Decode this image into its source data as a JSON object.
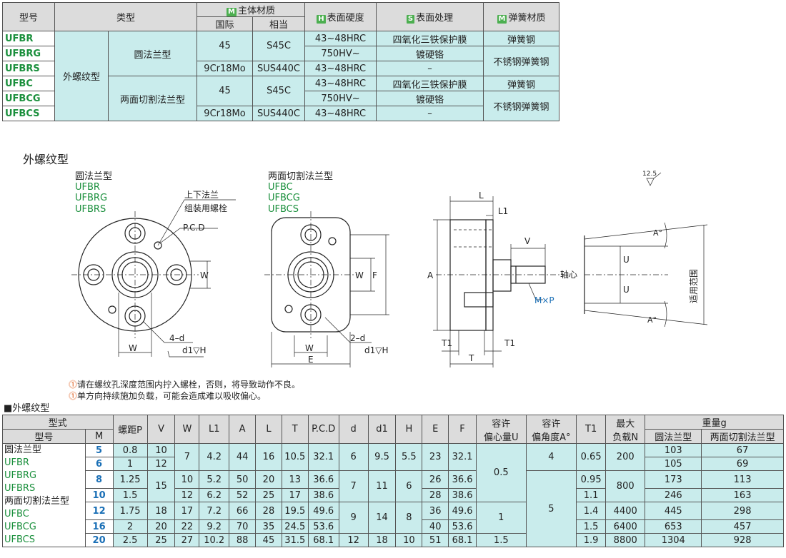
{
  "top_table": {
    "headers": {
      "model": "型号",
      "type": "类型",
      "body_material": "主体材质",
      "intl": "国际",
      "equiv": "相当",
      "hardness": "表面硬度",
      "surface": "表面处理",
      "spring": "弹簧材质"
    },
    "tags": {
      "m": "M",
      "h": "H",
      "s": "S"
    },
    "models": [
      "UFBR",
      "UFBRG",
      "UFBRS",
      "UFBC",
      "UFBCG",
      "UFBCS"
    ],
    "type_main": "外螺纹型",
    "type_round": "圆法兰型",
    "type_two": "两面切割法兰型",
    "mat_a": {
      "intl": "45",
      "equiv": "S45C"
    },
    "mat_b": {
      "intl": "9Cr18Mo",
      "equiv": "SUS440C"
    },
    "hardness": [
      "43~48HRC",
      "750HV~",
      "43~48HRC",
      "43~48HRC",
      "750HV~",
      "43~48HRC"
    ],
    "surface": [
      "四氧化三铁保护膜",
      "镀硬铬",
      "–",
      "四氧化三铁保护膜",
      "镀硬铬",
      "–"
    ],
    "spring_a": "弹簧钢",
    "spring_b": "不锈钢弹簧钢"
  },
  "section_title": "外螺纹型",
  "drawing": {
    "round_title": "圆法兰型",
    "round_codes": [
      "UFBR",
      "UFBRG",
      "UFBRS"
    ],
    "two_title": "两面切割法兰型",
    "two_codes": [
      "UFBC",
      "UFBCG",
      "UFBCS"
    ],
    "bolt_note_1": "上下法兰",
    "bolt_note_2": "组装用螺栓",
    "pcd": "P.C.D",
    "w": "W",
    "f": "F",
    "e": "E",
    "hole4": "4–d",
    "hole2": "2–d",
    "d1h": "d1▽H",
    "l": "L",
    "l1": "L1",
    "v": "V",
    "a": "A",
    "mxp": "M×P",
    "t": "T",
    "t1": "T1",
    "roughness": "12.5",
    "axis": "轴心",
    "u": "U",
    "a_deg": "A°",
    "range": "适用范围"
  },
  "notes": [
    "请在螺纹孔深度范围内拧入螺栓，否则，将导致动作不良。",
    "单方向持续施加负载，可能会造成难以吸收偏心。"
  ],
  "spec_title": "■外螺纹型",
  "spec_headers": {
    "form": "型式",
    "model": "型号",
    "m": "M",
    "pitch": "螺距P",
    "v": "V",
    "w": "W",
    "l1": "L1",
    "a": "A",
    "l": "L",
    "t": "T",
    "pcd": "P.C.D",
    "d": "d",
    "d1": "d1",
    "h": "H",
    "e": "E",
    "f": "F",
    "eccU1": "容许",
    "eccU2": "偏心量U",
    "angA1": "容许",
    "angA2": "偏角度A°",
    "t1": "T1",
    "maxload1": "最大",
    "maxload2": "负载N",
    "weight": "重量g",
    "w_round": "圆法兰型",
    "w_two": "两面切割法兰型"
  },
  "spec_names": [
    "圆法兰型",
    "UFBR",
    "UFBRG",
    "UFBRS",
    "两面切割法兰型",
    "UFBC",
    "UFBCG",
    "UFBCS"
  ],
  "spec_rows": [
    {
      "m": "5",
      "p": "0.8",
      "v": "10",
      "l1": "4.2",
      "a": "44",
      "l": "16",
      "t": "10.5",
      "pcd": "32.1",
      "h": "5.5",
      "e": "23",
      "f": "32.1",
      "t1": "0.65",
      "wr": "103",
      "wt": "67"
    },
    {
      "m": "6",
      "p": "1",
      "v": "12",
      "wr": "105",
      "wt": "69"
    },
    {
      "m": "8",
      "p": "1.25",
      "w": "10",
      "l1": "5.2",
      "a": "50",
      "l": "20",
      "t": "13",
      "pcd": "36.6",
      "e": "26",
      "f": "36.6",
      "t1": "0.95",
      "wr": "173",
      "wt": "113"
    },
    {
      "m": "10",
      "p": "1.5",
      "w": "12",
      "l1": "6.2",
      "a": "52",
      "l": "25",
      "t": "17",
      "pcd": "38.6",
      "e": "28",
      "f": "38.6",
      "t1": "1.1",
      "wr": "246",
      "wt": "163"
    },
    {
      "m": "12",
      "p": "1.75",
      "v": "18",
      "w": "17",
      "l1": "7.2",
      "a": "66",
      "l": "28",
      "t": "19.5",
      "pcd": "49.6",
      "e": "36",
      "f": "49.6",
      "t1": "1.4",
      "load": "4400",
      "wr": "445",
      "wt": "298"
    },
    {
      "m": "16",
      "p": "2",
      "v": "20",
      "w": "22",
      "l1": "9.2",
      "a": "70",
      "l": "35",
      "t": "24.5",
      "pcd": "53.6",
      "e": "40",
      "f": "53.6",
      "t1": "1.5",
      "load": "6400",
      "wr": "653",
      "wt": "457"
    },
    {
      "m": "20",
      "p": "2.5",
      "v": "25",
      "w": "27",
      "l1": "10.2",
      "a": "88",
      "l": "45",
      "t": "31.5",
      "pcd": "68.1",
      "d": "12",
      "d1": "18",
      "h": "10",
      "e": "51",
      "f": "68.1",
      "u": "1.5",
      "t1": "1.9",
      "load": "8800",
      "wr": "1304",
      "wt": "928"
    }
  ],
  "spec_merged": {
    "v_8_10": "15",
    "w_5_6": "7",
    "d_5_8": "6",
    "d1_5_6": "9.5",
    "d_10_12": "7",
    "d1_8_10": "11",
    "h_8_10": "6",
    "d_12_16": "9",
    "d1_12_16": "14",
    "h_12_16": "8",
    "u_5_10": "0.5",
    "u_12_16": "1",
    "ang_5_6": "4",
    "ang_8_20": "5",
    "load_5_6": "200",
    "load_8_10": "800"
  }
}
